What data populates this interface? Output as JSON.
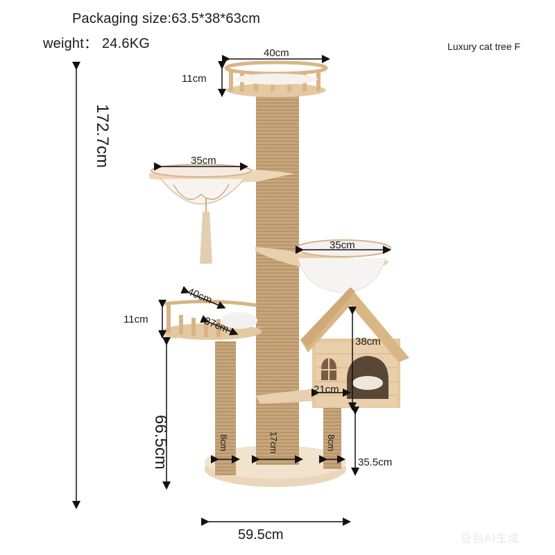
{
  "header": {
    "packaging": "Packaging size:63.5*38*63cm",
    "weight": "weight：  24.6KG",
    "product_name": "Luxury cat tree F"
  },
  "dimensions": {
    "total_height": "172.7cm",
    "lower_height": "66.5cm",
    "base_width": "59.5cm",
    "top_platform_width": "40cm",
    "top_platform_height": "11cm",
    "hammock_width": "35cm",
    "bowl_width": "35cm",
    "lower_platform_width": "40cm",
    "lower_platform_depth": "37cm",
    "lower_platform_height": "11cm",
    "house_height": "38cm",
    "house_width": "21cm",
    "house_post_height": "35.5cm",
    "left_post_diameter": "8cm",
    "main_post_diameter": "17cm",
    "right_post_diameter": "8cm"
  },
  "watermark": "豆包AI生成",
  "colors": {
    "wood": "#e8cfae",
    "wood_dark": "#c9a57a",
    "sisal": "#c8a67c",
    "sisal_line": "#a7845a",
    "base": "#ecd9bf"
  }
}
